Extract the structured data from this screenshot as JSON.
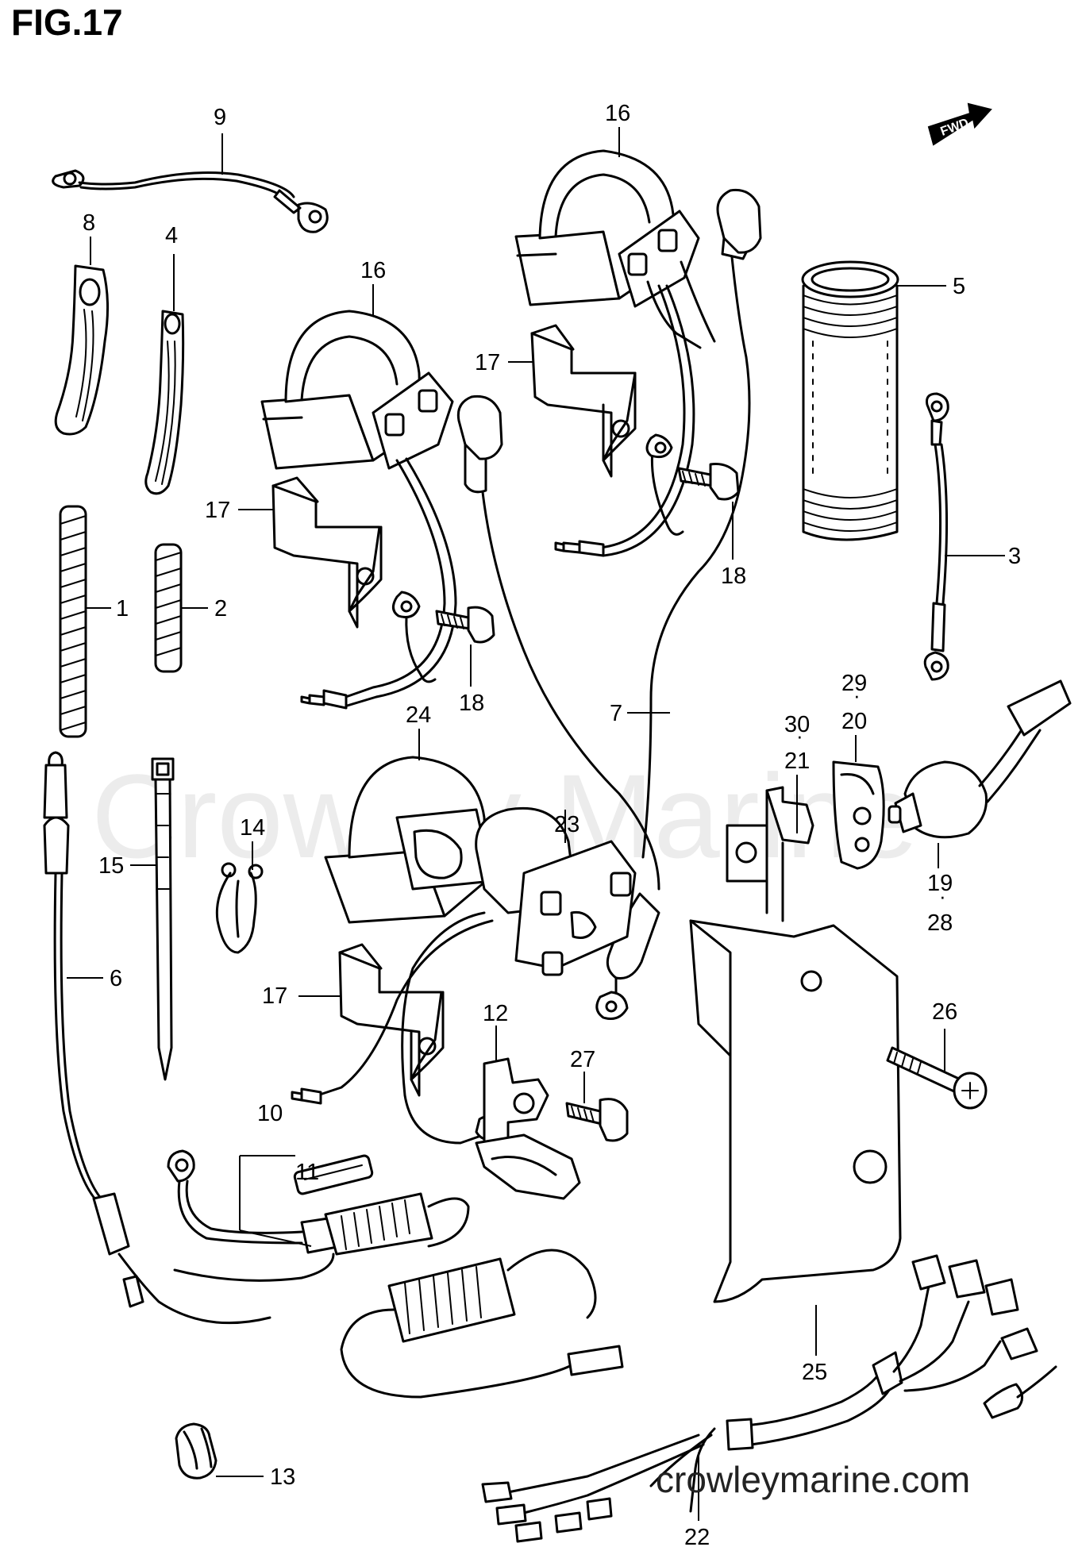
{
  "figure": {
    "title": "FIG.17"
  },
  "watermark": "Crowley Marine",
  "site_url": "crowleymarine.com",
  "fwd_label": "FWD",
  "callouts": {
    "c9": "9",
    "c8": "8",
    "c4": "4",
    "c1": "1",
    "c2": "2",
    "c16a": "16",
    "c16b": "16",
    "c17a": "17",
    "c17b": "17",
    "c17c": "17",
    "c5": "5",
    "c3": "3",
    "c18a": "18",
    "c18b": "18",
    "c7": "7",
    "c24": "24",
    "c23": "23",
    "c29": "29",
    "c20": "20",
    "c30": "30",
    "c21": "21",
    "c19": "19",
    "c28": "28",
    "c14": "14",
    "c15": "15",
    "c6": "6",
    "c12": "12",
    "c27": "27",
    "c26": "26",
    "c10": "10",
    "c11": "11",
    "c25": "25",
    "c13": "13",
    "c22": "22"
  }
}
